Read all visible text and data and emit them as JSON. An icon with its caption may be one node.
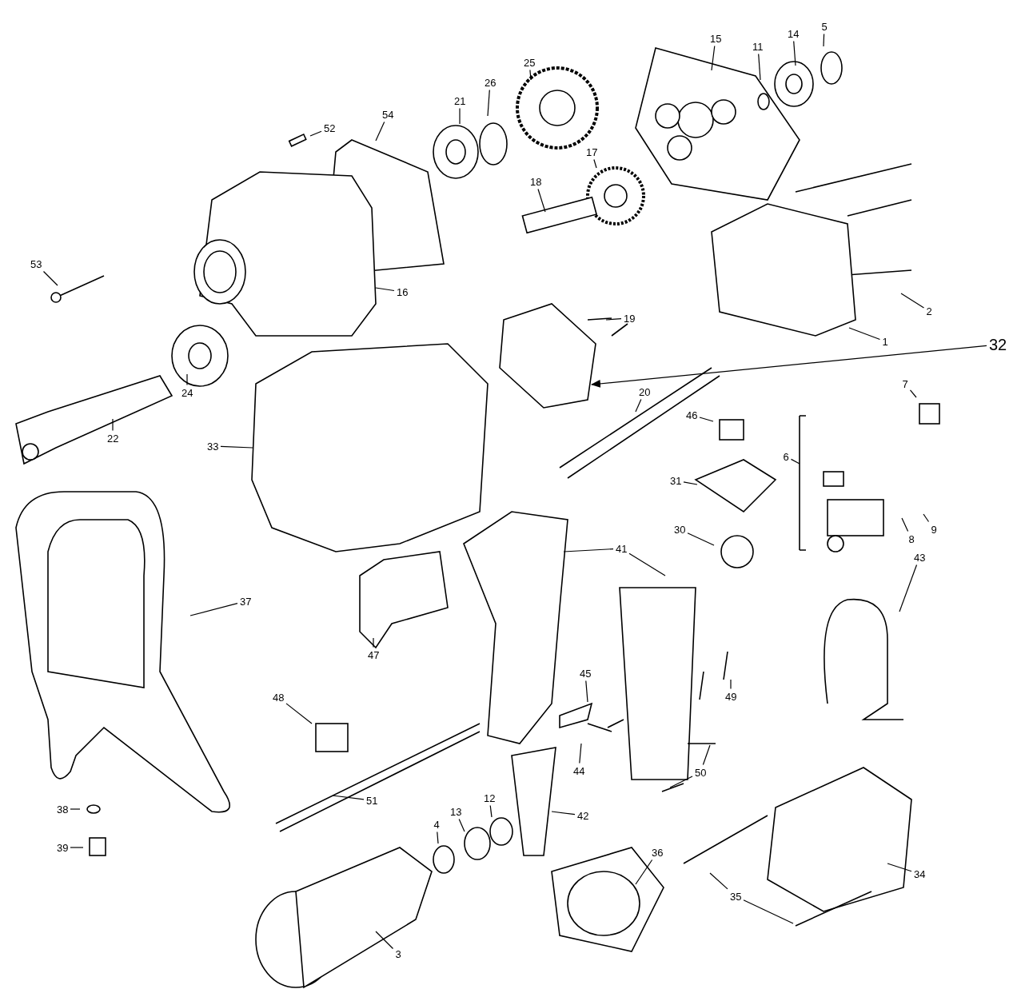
{
  "diagram": {
    "nodes": [
      {
        "text": [
          "5"
        ]
      },
      {
        "text": [
          "15"
        ]
      },
      {
        "text": [
          "14"
        ]
      },
      {
        "text": [
          "11"
        ]
      },
      {
        "text": [
          "25"
        ]
      },
      {
        "text": [
          "26"
        ]
      },
      {
        "text": [
          "21"
        ]
      },
      {
        "text": [
          "54"
        ]
      },
      {
        "text": [
          "52"
        ]
      },
      {
        "text": [
          "17"
        ]
      },
      {
        "text": [
          "18"
        ]
      },
      {
        "text": [
          "53"
        ]
      },
      {
        "text": [
          "16"
        ]
      },
      {
        "text": [
          "2"
        ]
      },
      {
        "text": [
          "19"
        ]
      },
      {
        "text": [
          "1"
        ]
      },
      {
        "text": [
          "32"
        ]
      },
      {
        "text": [
          "7"
        ]
      },
      {
        "text": [
          "20"
        ]
      },
      {
        "text": [
          "24"
        ]
      },
      {
        "text": [
          "46"
        ]
      },
      {
        "text": [
          "22"
        ]
      },
      {
        "text": [
          "33"
        ]
      },
      {
        "text": [
          "6"
        ]
      },
      {
        "text": [
          "31"
        ]
      },
      {
        "text": [
          "9"
        ]
      },
      {
        "text": [
          "30"
        ]
      },
      {
        "text": [
          "8"
        ]
      },
      {
        "text": [
          "41"
        ]
      },
      {
        "text": [
          "43"
        ]
      },
      {
        "text": [
          "37"
        ]
      },
      {
        "text": [
          "47"
        ]
      },
      {
        "text": [
          "45"
        ]
      },
      {
        "text": [
          "49"
        ]
      },
      {
        "text": [
          "48"
        ]
      },
      {
        "text": [
          "44"
        ]
      },
      {
        "text": [
          "50"
        ]
      },
      {
        "text": [
          "51"
        ]
      },
      {
        "text": [
          "12"
        ]
      },
      {
        "text": [
          "38"
        ]
      },
      {
        "text": [
          "13"
        ]
      },
      {
        "text": [
          "42"
        ]
      },
      {
        "text": [
          "4"
        ]
      },
      {
        "text": [
          "39"
        ]
      },
      {
        "text": [
          "36"
        ]
      },
      {
        "text": [
          "34"
        ]
      },
      {
        "text": [
          "35"
        ]
      },
      {
        "text": [
          "3"
        ]
      }
    ],
    "edges": [
      {
        "from": 0,
        "to": null,
        "arrow": "none"
      },
      {
        "from": 1,
        "to": null,
        "arrow": "none"
      },
      {
        "from": 2,
        "to": null,
        "arrow": "none"
      },
      {
        "from": 3,
        "to": null,
        "arrow": "none"
      },
      {
        "from": 4,
        "to": null,
        "arrow": "none"
      },
      {
        "from": 5,
        "to": null,
        "arrow": "none"
      },
      {
        "from": 6,
        "to": null,
        "arrow": "none"
      },
      {
        "from": 7,
        "to": null,
        "arrow": "none"
      },
      {
        "from": 8,
        "to": null,
        "arrow": "none"
      },
      {
        "from": 9,
        "to": null,
        "arrow": "none"
      },
      {
        "from": 10,
        "to": null,
        "arrow": "none"
      },
      {
        "from": 11,
        "to": null,
        "arrow": "none"
      },
      {
        "from": 12,
        "to": null,
        "arrow": "none"
      },
      {
        "from": 13,
        "to": null,
        "arrow": "none"
      },
      {
        "from": 14,
        "to": null,
        "arrow": "none"
      },
      {
        "from": 15,
        "to": null,
        "arrow": "none"
      },
      {
        "from": 16,
        "to": null,
        "arrow": "to"
      },
      {
        "from": 17,
        "to": null,
        "arrow": "none"
      },
      {
        "from": 18,
        "to": null,
        "arrow": "none"
      },
      {
        "from": 19,
        "to": null,
        "arrow": "none"
      },
      {
        "from": 20,
        "to": null,
        "arrow": "none"
      },
      {
        "from": 21,
        "to": null,
        "arrow": "none"
      },
      {
        "from": 22,
        "to": null,
        "arrow": "none"
      },
      {
        "from": 23,
        "to": null,
        "arrow": "none"
      },
      {
        "from": 24,
        "to": null,
        "arrow": "none"
      },
      {
        "from": 25,
        "to": null,
        "arrow": "none"
      },
      {
        "from": 26,
        "to": null,
        "arrow": "none"
      },
      {
        "from": 27,
        "to": null,
        "arrow": "none"
      },
      {
        "from": 28,
        "to": null,
        "arrow": "none"
      },
      {
        "from": 29,
        "to": null,
        "arrow": "none"
      },
      {
        "from": 30,
        "to": null,
        "arrow": "none"
      },
      {
        "from": 31,
        "to": null,
        "arrow": "none"
      },
      {
        "from": 32,
        "to": null,
        "arrow": "none"
      },
      {
        "from": 33,
        "to": null,
        "arrow": "none"
      },
      {
        "from": 34,
        "to": null,
        "arrow": "none"
      },
      {
        "from": 35,
        "to": null,
        "arrow": "none"
      },
      {
        "from": 36,
        "to": null,
        "arrow": "none"
      },
      {
        "from": 37,
        "to": null,
        "arrow": "none"
      },
      {
        "from": 38,
        "to": null,
        "arrow": "none"
      },
      {
        "from": 39,
        "to": null,
        "arrow": "none"
      },
      {
        "from": 40,
        "to": null,
        "arrow": "none"
      },
      {
        "from": 41,
        "to": null,
        "arrow": "none"
      },
      {
        "from": 42,
        "to": null,
        "arrow": "none"
      },
      {
        "from": 43,
        "to": null,
        "arrow": "none"
      },
      {
        "from": 44,
        "to": null,
        "arrow": "none"
      },
      {
        "from": 45,
        "to": null,
        "arrow": "none"
      },
      {
        "from": 46,
        "to": null,
        "arrow": "none"
      },
      {
        "from": 47,
        "to": null,
        "arrow": "none"
      },
      {
        "from": 28,
        "to": null,
        "arrow": "none"
      },
      {
        "from": 36,
        "to": null,
        "arrow": "none"
      },
      {
        "from": 46,
        "to": null,
        "arrow": "none"
      }
    ]
  }
}
